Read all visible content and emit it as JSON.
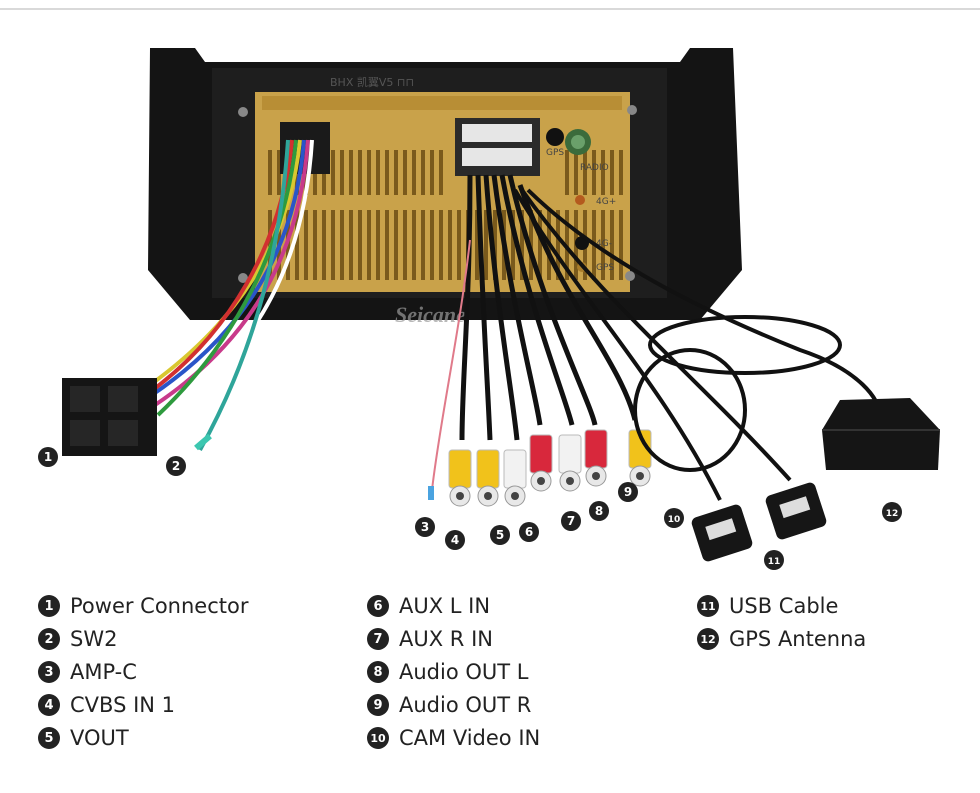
{
  "watermark": "Seicane",
  "panel_marks": {
    "top_text": "BHX 凯翼V5 ⊓⊓",
    "gps": "GPS",
    "radio": "RADIO",
    "fourg_1": "4G+",
    "fourg_2": "4G-",
    "gps2": "GPS"
  },
  "callouts": [
    "1",
    "2",
    "3",
    "4",
    "5",
    "6",
    "7",
    "8",
    "9",
    "10",
    "11",
    "12"
  ],
  "legend": [
    {
      "num": "1",
      "label": "Power Connector"
    },
    {
      "num": "2",
      "label": "SW2"
    },
    {
      "num": "3",
      "label": "AMP-C"
    },
    {
      "num": "4",
      "label": "CVBS IN 1"
    },
    {
      "num": "5",
      "label": "VOUT"
    },
    {
      "num": "6",
      "label": "AUX L IN"
    },
    {
      "num": "7",
      "label": "AUX R IN"
    },
    {
      "num": "8",
      "label": "Audio OUT L"
    },
    {
      "num": "9",
      "label": "Audio OUT R"
    },
    {
      "num": "10",
      "label": "CAM Video IN"
    },
    {
      "num": "11",
      "label": "USB Cable"
    },
    {
      "num": "12",
      "label": "GPS Antenna"
    }
  ]
}
